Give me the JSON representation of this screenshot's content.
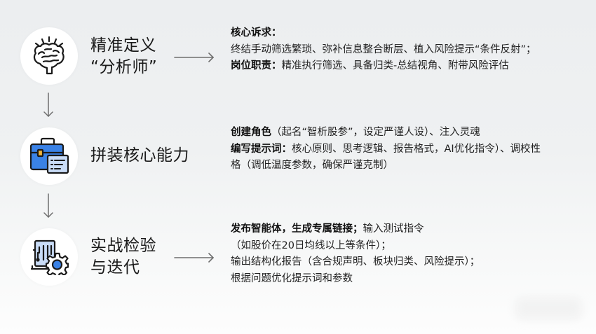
{
  "colors": {
    "background_top": "#eceef0",
    "background_bottom": "#fdfdfd",
    "arrow": "#6e6e6e",
    "icon_blue": "#3a82e6",
    "icon_light_blue": "#c9dcf7",
    "icon_outline": "#1a1a1a",
    "icon_accent_yellow": "#f2b53a"
  },
  "steps": [
    {
      "icon": "brain-icon",
      "title_lines": [
        "精准定义",
        "“分析师”"
      ],
      "details": [
        {
          "bold": "核心诉求：",
          "text": ""
        },
        {
          "bold": "",
          "text": "终结手动筛选繁琐、弥补信息整合断层、植入风险提示“条件反射”；"
        },
        {
          "bold": "岗位职责：",
          "text": "精准执行筛选、具备归类-总结视角、附带风险评估"
        }
      ]
    },
    {
      "icon": "toolbox-document-icon",
      "title_lines": [
        "拼装核心能力"
      ],
      "details": [
        {
          "bold": "创建角色",
          "text": "（起名“智析股参”，设定严谨人设）、注入灵魂"
        },
        {
          "bold": "编写提示词：",
          "text": "核心原则、思考逻辑、报告格式，AI优化指令）、调校性"
        },
        {
          "bold": "",
          "text": "格（调低温度参数，确保严谨克制）"
        }
      ]
    },
    {
      "icon": "server-gear-icon",
      "title_lines": [
        "实战检验",
        "与迭代"
      ],
      "details": [
        {
          "bold": "发布智能体，生成专属链接；",
          "text": "输入测试指令"
        },
        {
          "bold": "",
          "text": "（如股价在20日均线以上等条件）；"
        },
        {
          "bold": "",
          "text": "输出结构化报告（含合规声明、板块归类、风险提示）；"
        },
        {
          "bold": "",
          "text": "根据问题优化提示词和参数"
        }
      ]
    }
  ]
}
